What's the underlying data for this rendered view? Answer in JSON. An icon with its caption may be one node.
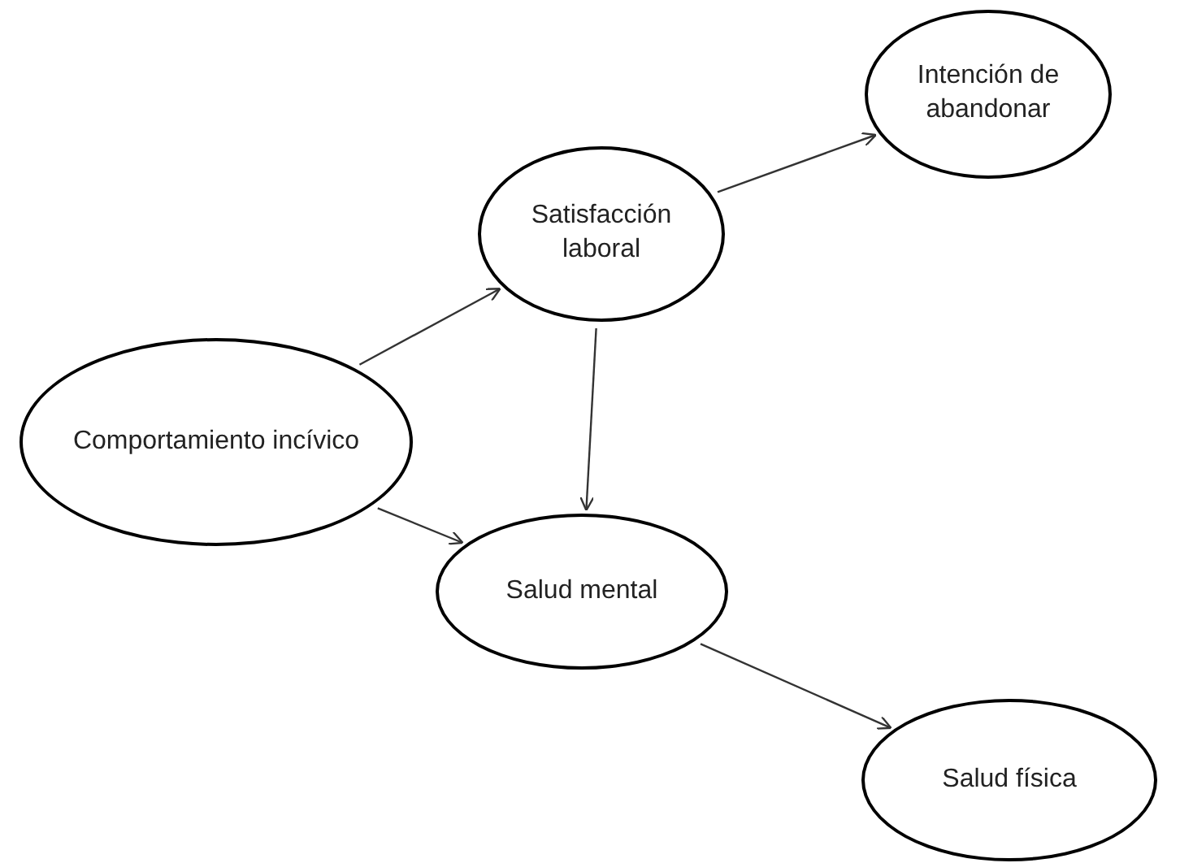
{
  "diagram": {
    "nodes": [
      {
        "text": [
          "Intención de abandonar"
        ]
      },
      {
        "text": [
          "Satisfacción laboral"
        ]
      },
      {
        "text": [
          "Comportamiento incívico"
        ]
      },
      {
        "text": [
          "Salud mental"
        ]
      },
      {
        "text": [
          "Salud física"
        ]
      }
    ],
    "edges": [
      {
        "from": 2,
        "to": 1,
        "arrow": "to"
      },
      {
        "from": 1,
        "to": 0,
        "arrow": "to"
      },
      {
        "from": 1,
        "to": 3,
        "arrow": "to"
      },
      {
        "from": 2,
        "to": 3,
        "arrow": "to"
      },
      {
        "from": 3,
        "to": 4,
        "arrow": "to"
      }
    ]
  }
}
